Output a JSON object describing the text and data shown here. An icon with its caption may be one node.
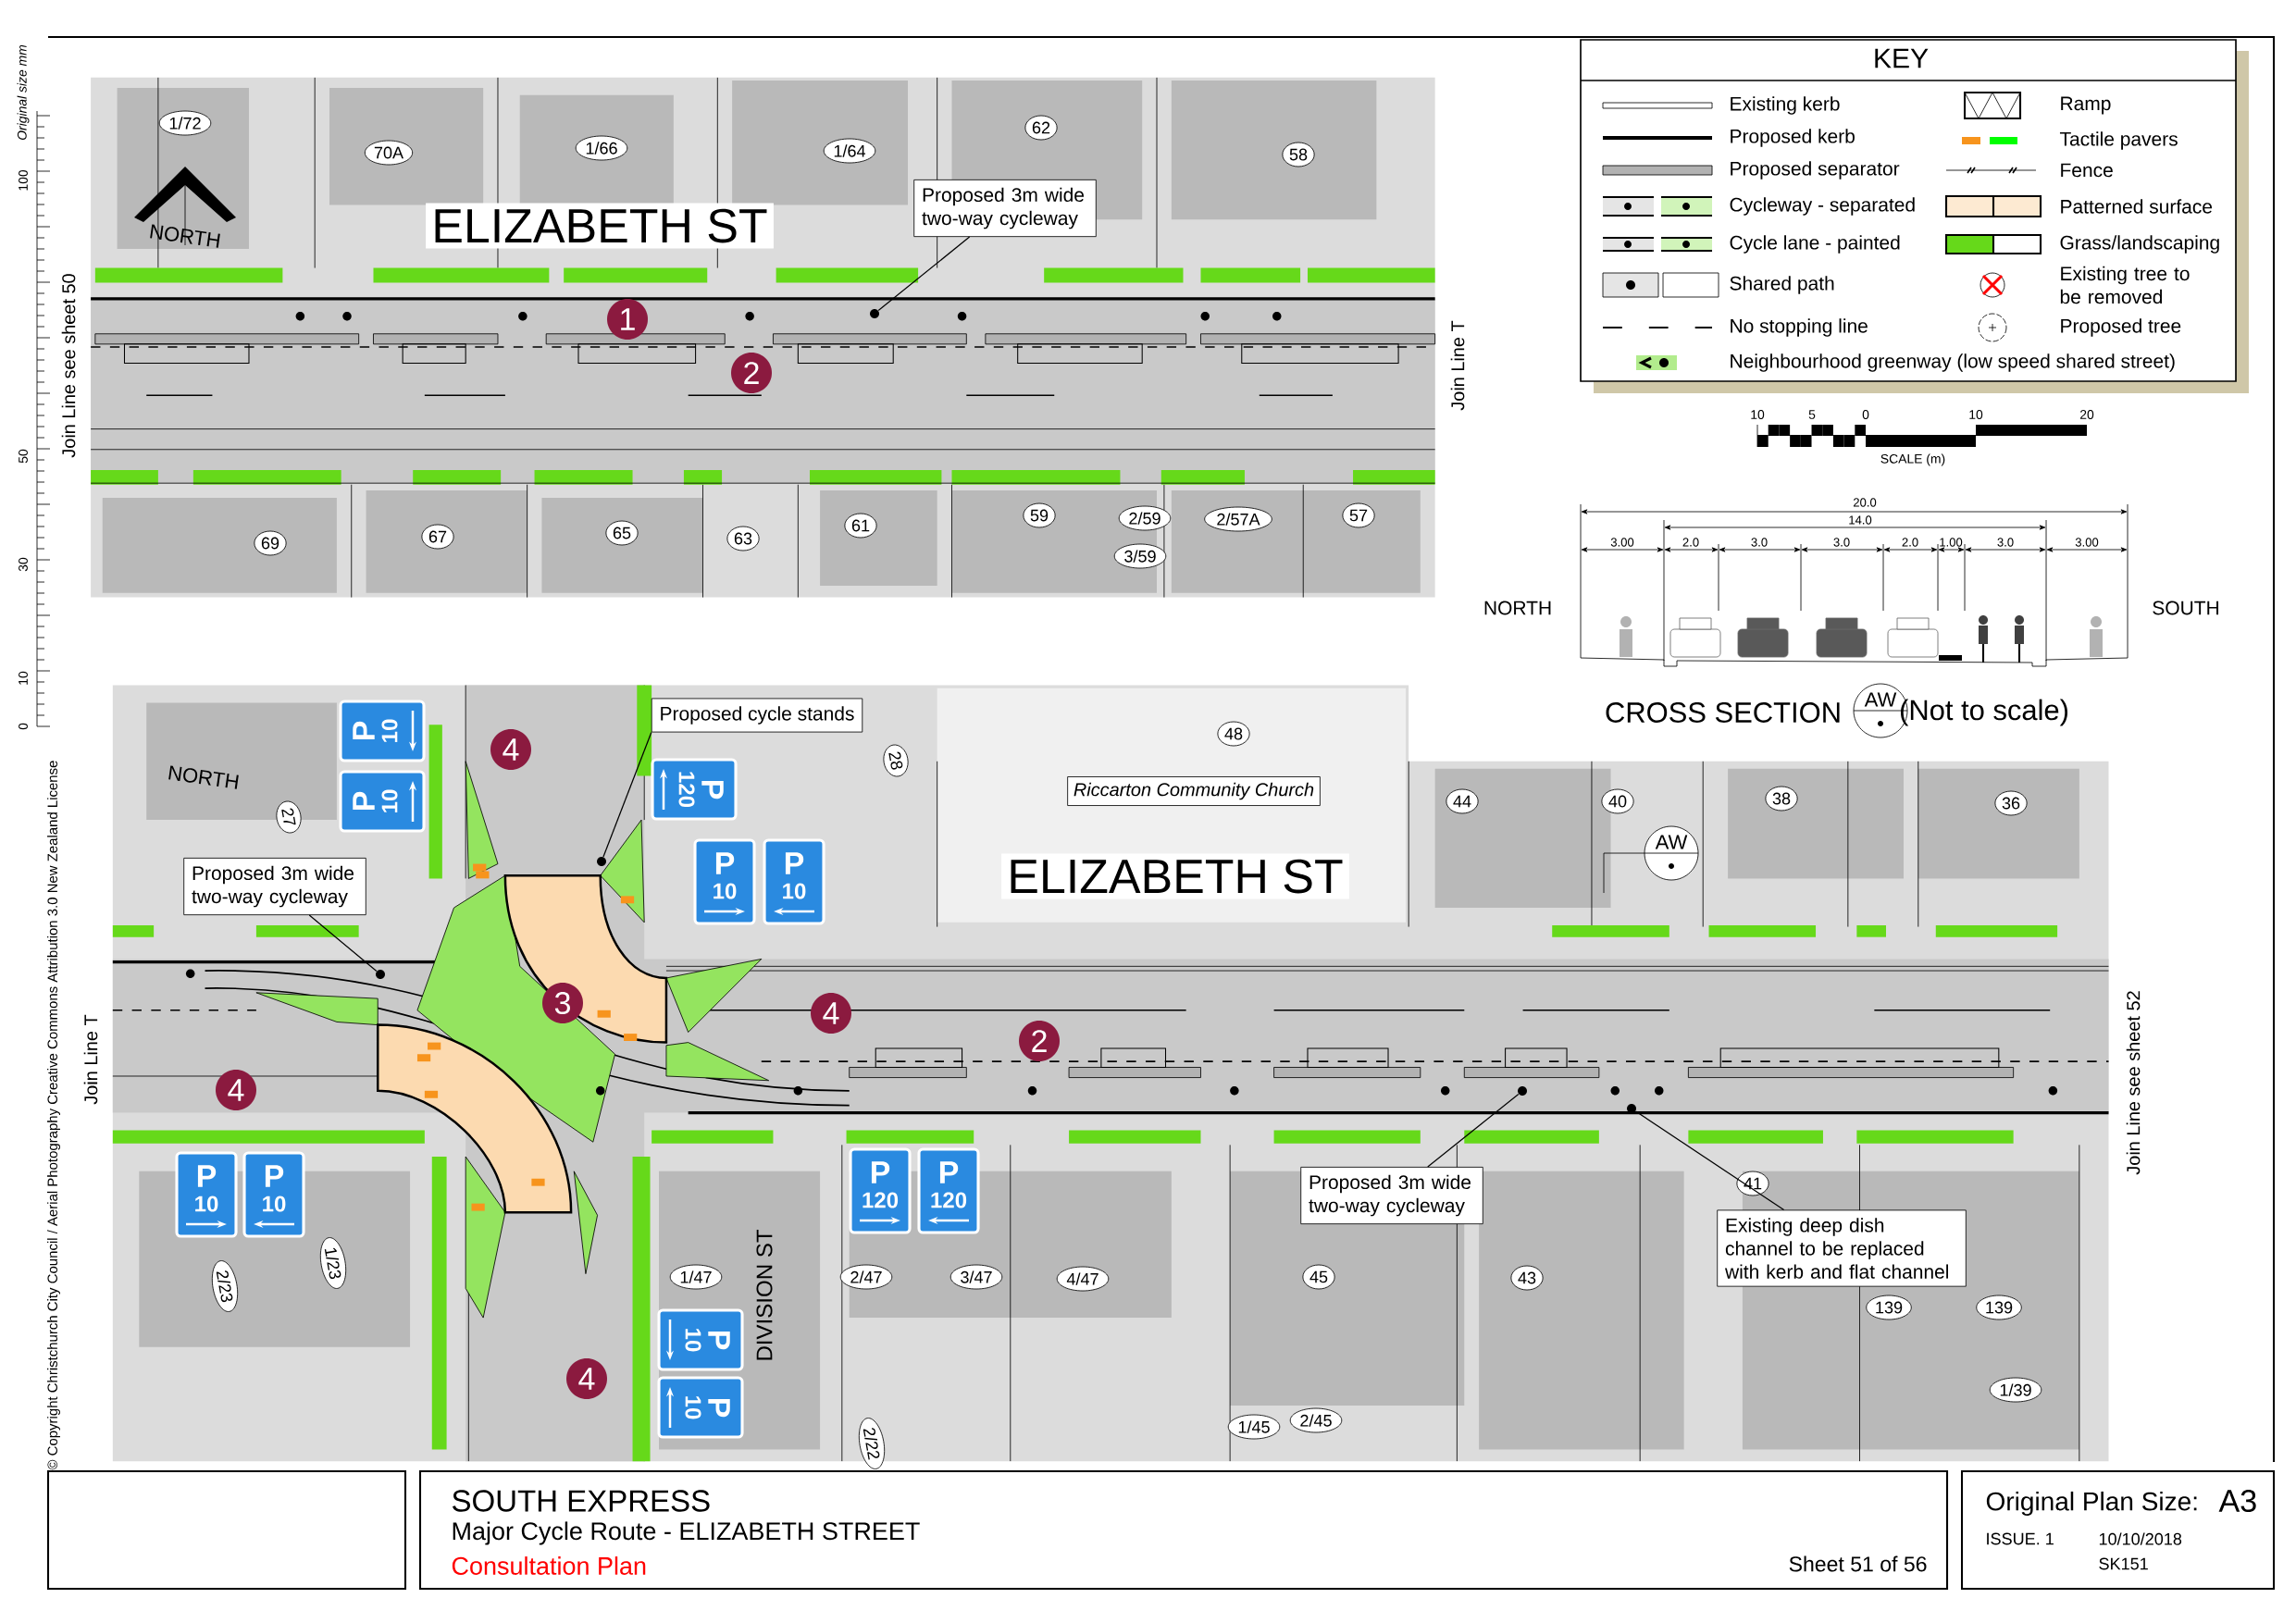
{
  "diagram": {
    "title": "SOUTH EXPRESS",
    "nodes": [
      {
        "text": [
          "Proposed 3m wide two-way cycleway"
        ]
      },
      {
        "text": [],
        "shape": "circle"
      },
      {
        "text": [
          "Proposed cycle stands"
        ]
      },
      {
        "text": [],
        "shape": "circle"
      },
      {
        "text": [
          "Proposed 3m wide two-way cycleway"
        ]
      },
      {
        "text": [],
        "shape": "circle"
      },
      {
        "text": [
          "Proposed 3m wide two-way cycleway"
        ]
      },
      {
        "text": [],
        "shape": "circle"
      },
      {
        "text": [
          "Existing deep dish channel to be replaced with kerb and flat channel"
        ]
      },
      {
        "text": [],
        "shape": "circle"
      }
    ],
    "edges": [
      {
        "from": 0,
        "to": 1,
        "arrow": "none"
      },
      {
        "from": 2,
        "to": 3,
        "arrow": "none"
      },
      {
        "from": 4,
        "to": 5,
        "arrow": "none"
      },
      {
        "from": 6,
        "to": 7,
        "arrow": "none"
      },
      {
        "from": 8,
        "to": 9,
        "arrow": "none"
      }
    ],
    "labels": [
      "Original size mm",
      "100",
      "50",
      "30",
      "10",
      "0",
      "1/72",
      "70A",
      "1/66",
      "1/64",
      "62",
      "58",
      "NORTH",
      "ELIZABETH ST",
      "Join Line see sheet 50",
      "1",
      "2",
      "Join Line T",
      "69",
      "67",
      "65",
      "63",
      "61",
      "59",
      "2/59",
      "2/57A",
      "57",
      "3/59",
      "KEY",
      "10",
      "5",
      "0",
      "10",
      "20",
      "SCALE (m)",
      "20.0",
      "14.0",
      "3.00",
      "2.0",
      "3.0",
      "3.0",
      "2.0",
      "1.00",
      "3.0",
      "3.00",
      "NORTH",
      "SOUTH",
      "CROSS SECTION",
      "AW",
      "(Not to scale)",
      "NORTH",
      "27",
      "P",
      "10",
      "P",
      "10",
      "4",
      "120",
      "P",
      "28",
      "P",
      "10",
      "P",
      "10",
      "48",
      "Riccarton Community Church",
      "44",
      "40",
      "38",
      "36",
      "ELIZABETH ST",
      "AW",
      "3",
      "4",
      "2",
      "Join Line T",
      "4",
      "Join Line see sheet 52",
      "P",
      "10",
      "P",
      "10",
      "P",
      "120",
      "P",
      "120",
      "41",
      "1/23",
      "2/23",
      "1/47",
      "2/47",
      "3/47",
      "4/47",
      "45",
      "43",
      "139",
      "139",
      "DIVISION ST",
      "10",
      "P",
      "4",
      "1/39",
      "10",
      "P",
      "1/45",
      "2/45",
      "2/22",
      "© Copyright Christchurch City Council  / Aerial Photography Creative Commons Attribution 3.0 New Zealand License",
      "Major Cycle Route - ELIZABETH STREET",
      "Consultation Plan",
      "Sheet 51 of 56",
      "Original Plan Size:",
      "A3",
      "ISSUE. 1",
      "10/10/2018",
      "SK151"
    ],
    "legend": [
      {
        "text": "Existing kerb"
      },
      {
        "text": "Proposed kerb"
      },
      {
        "text": "Proposed separator"
      },
      {
        "text": "Cycleway - separated"
      },
      {
        "text": "Cycle lane - painted"
      },
      {
        "text": "Shared path"
      },
      {
        "text": "No stopping line"
      },
      {
        "text": "Neighbourhood greenway (low speed shared street)"
      },
      {
        "text": "Ramp"
      },
      {
        "text": "Tactile pavers"
      },
      {
        "text": "Fence"
      },
      {
        "text": "Patterned surface"
      },
      {
        "text": "Grass/landscaping"
      },
      {
        "text": "Existing tree to be removed"
      },
      {
        "text": "Proposed tree"
      }
    ]
  }
}
